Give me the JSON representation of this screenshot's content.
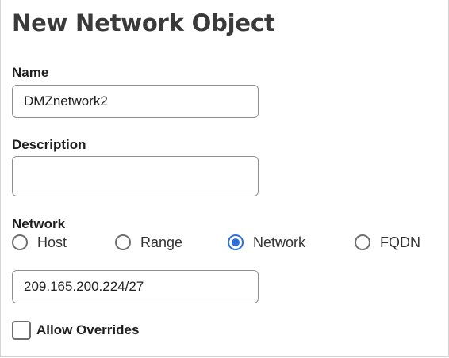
{
  "dialog": {
    "title": "New Network Object"
  },
  "name_field": {
    "label": "Name",
    "value": "DMZnetwork2"
  },
  "description_field": {
    "label": "Description",
    "value": ""
  },
  "network_field": {
    "label": "Network",
    "options": [
      {
        "label": "Host",
        "selected": false
      },
      {
        "label": "Range",
        "selected": false
      },
      {
        "label": "Network",
        "selected": true
      },
      {
        "label": "FQDN",
        "selected": false
      }
    ],
    "value": "209.165.200.224/27"
  },
  "allow_overrides": {
    "label": "Allow Overrides",
    "checked": false
  },
  "colors": {
    "accent": "#2e6fd8",
    "border": "#8f8f8f"
  }
}
